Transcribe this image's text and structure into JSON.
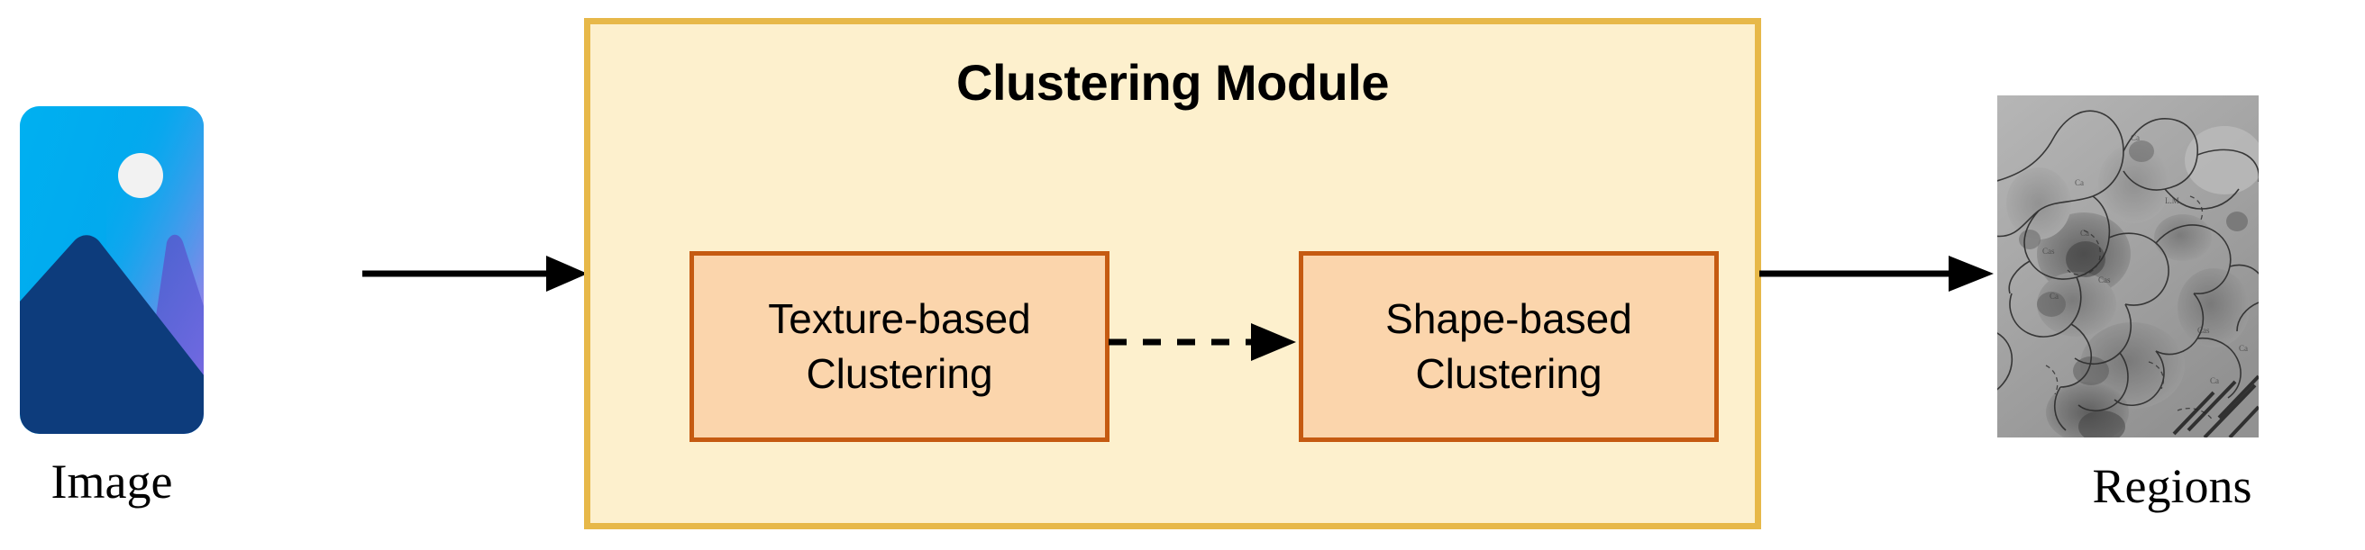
{
  "diagram": {
    "title": "Clustering Module pipeline",
    "colors": {
      "module_fill": "#FDF0CD",
      "module_border": "#E7B849",
      "submodule_fill": "#FBD5AC",
      "submodule_border": "#C55A11",
      "arrow": "#000000",
      "icon_sky": "#00B0F0",
      "icon_mountain_dark": "#0D3C7C",
      "icon_mountain_purple": "#5B63D3",
      "icon_sun": "#F2F2F2",
      "background": "#FFFFFF"
    }
  },
  "input": {
    "icon_name": "picture-icon",
    "caption": "Image"
  },
  "module": {
    "title": "Clustering Module",
    "submodules": [
      {
        "id": "texture",
        "label": "Texture-based\nClustering"
      },
      {
        "id": "shape",
        "label": "Shape-based\nClustering"
      }
    ]
  },
  "output": {
    "icon_name": "segmented-regions-image",
    "caption": "Regions"
  },
  "arrows": [
    {
      "id": "input-to-module",
      "style": "solid",
      "direction": "right"
    },
    {
      "id": "texture-to-shape",
      "style": "dashed",
      "direction": "right"
    },
    {
      "id": "module-to-regions",
      "style": "solid",
      "direction": "right"
    }
  ]
}
